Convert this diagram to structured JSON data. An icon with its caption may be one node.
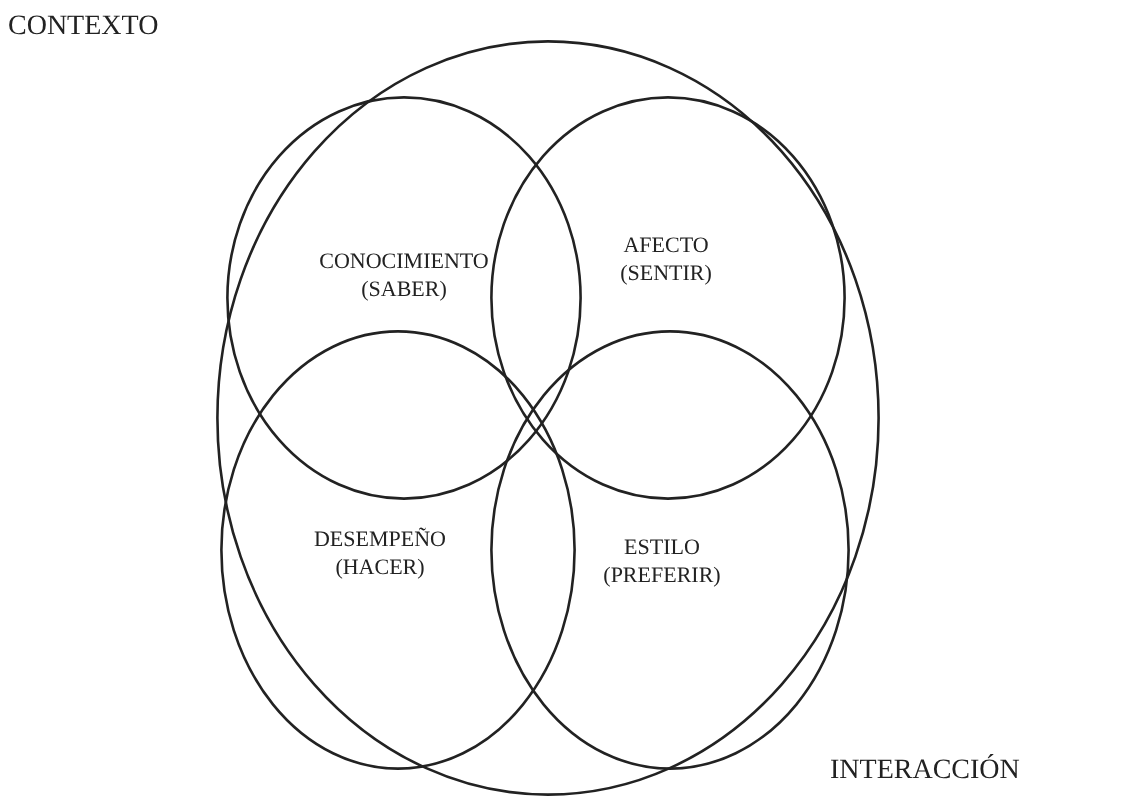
{
  "diagram": {
    "nodes": [
      {
        "text": [
          "CONTEXTO"
        ]
      },
      {
        "text": [
          "CONOCIMIENTO (SABER)"
        ],
        "in": 0
      },
      {
        "text": [
          "AFECTO (SENTIR)"
        ],
        "in": 0
      },
      {
        "text": [
          "DESEMPEÑO (HACER)"
        ],
        "in": 0
      },
      {
        "text": [
          "ESTILO (PREFERIR)"
        ],
        "in": 0
      }
    ],
    "edges": [],
    "labels": [
      "INTERACCIÓN"
    ]
  }
}
